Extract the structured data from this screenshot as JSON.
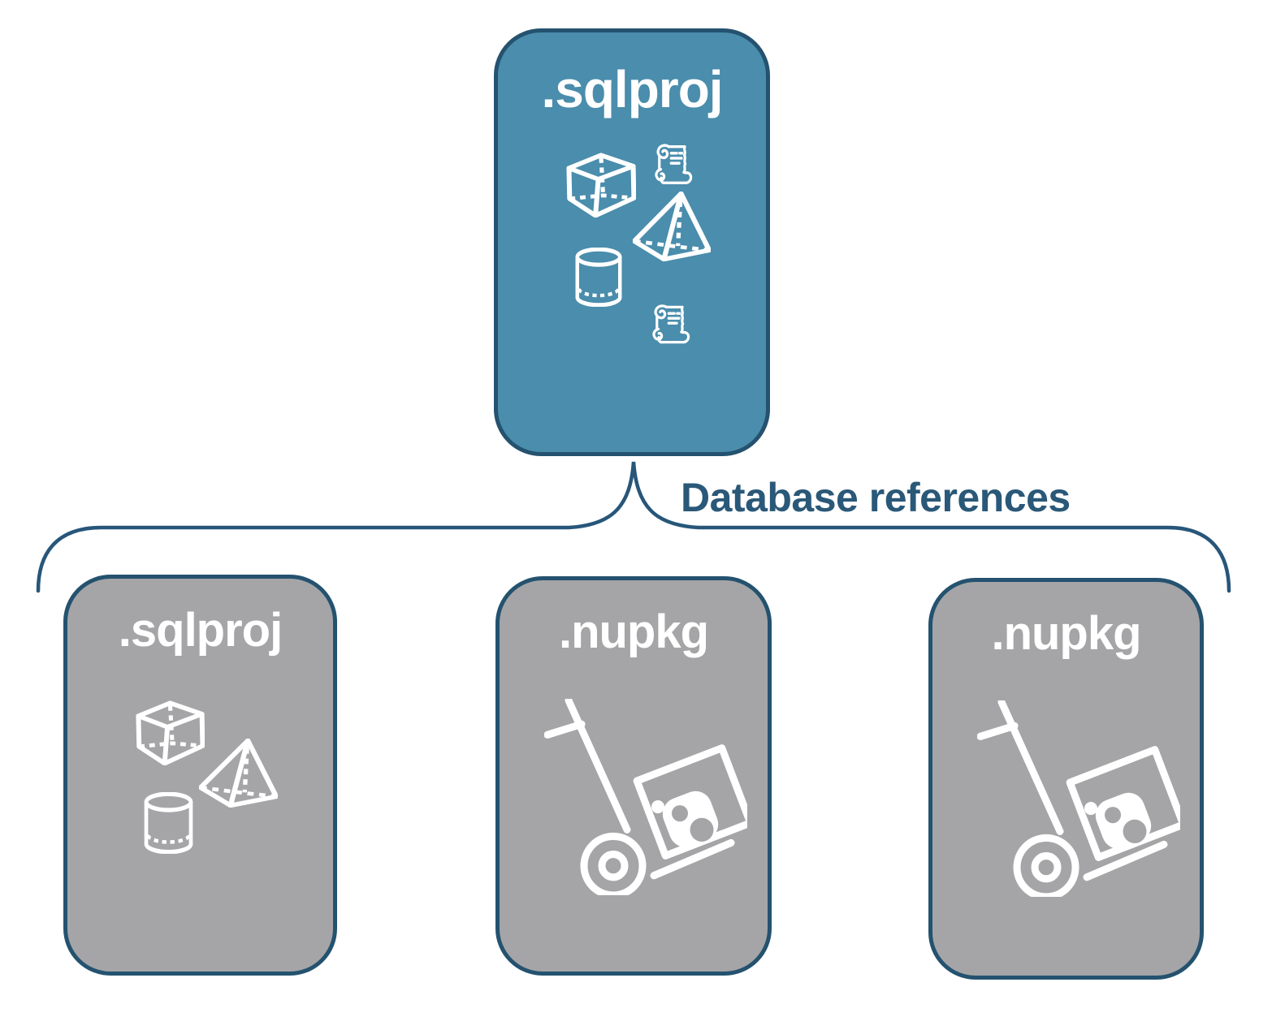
{
  "colors": {
    "teal": "#4A8DAC",
    "gray": "#A5A5A7",
    "navy": "#24526F",
    "line": "#27567A",
    "label": "#2A5878"
  },
  "top_card": {
    "title": ".sqlproj",
    "icons": [
      "cube-icon",
      "script-scroll-icon",
      "pyramid-icon",
      "cylinder-icon",
      "script-scroll-icon"
    ]
  },
  "connector": {
    "label": "Database references"
  },
  "bottom_cards": [
    {
      "title": ".sqlproj",
      "icons": [
        "cube-icon",
        "pyramid-icon",
        "cylinder-icon"
      ]
    },
    {
      "title": ".nupkg",
      "icons": [
        "nuget-package-dolly-icon"
      ]
    },
    {
      "title": ".nupkg",
      "icons": [
        "nuget-package-dolly-icon"
      ]
    }
  ]
}
